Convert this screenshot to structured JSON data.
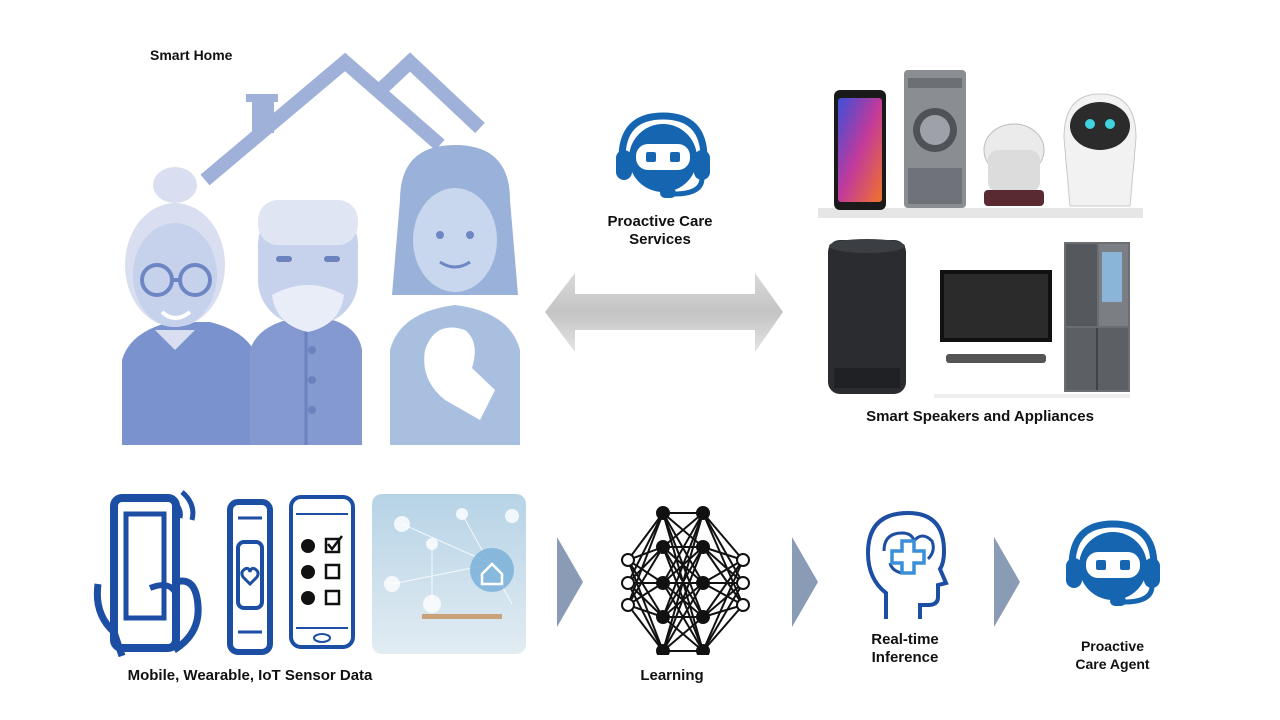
{
  "labels": {
    "smart_home": "Smart Home",
    "proactive_care_services_line1": "Proactive Care",
    "proactive_care_services_line2": "Services",
    "smart_speakers": "Smart Speakers and Appliances",
    "sensor_data": "Mobile, Wearable, IoT Sensor Data",
    "learning": "Learning",
    "inference_line1": "Real-time",
    "inference_line2": "Inference",
    "agent_line1": "Proactive",
    "agent_line2": "Care Agent"
  },
  "colors": {
    "family_blue": "#8fa3d1",
    "dark_blue": "#1c4ea3",
    "agent_blue": "#1565b0",
    "arrow_gray": "#d0d0d0",
    "chevron_gray": "#8a9bb5"
  }
}
